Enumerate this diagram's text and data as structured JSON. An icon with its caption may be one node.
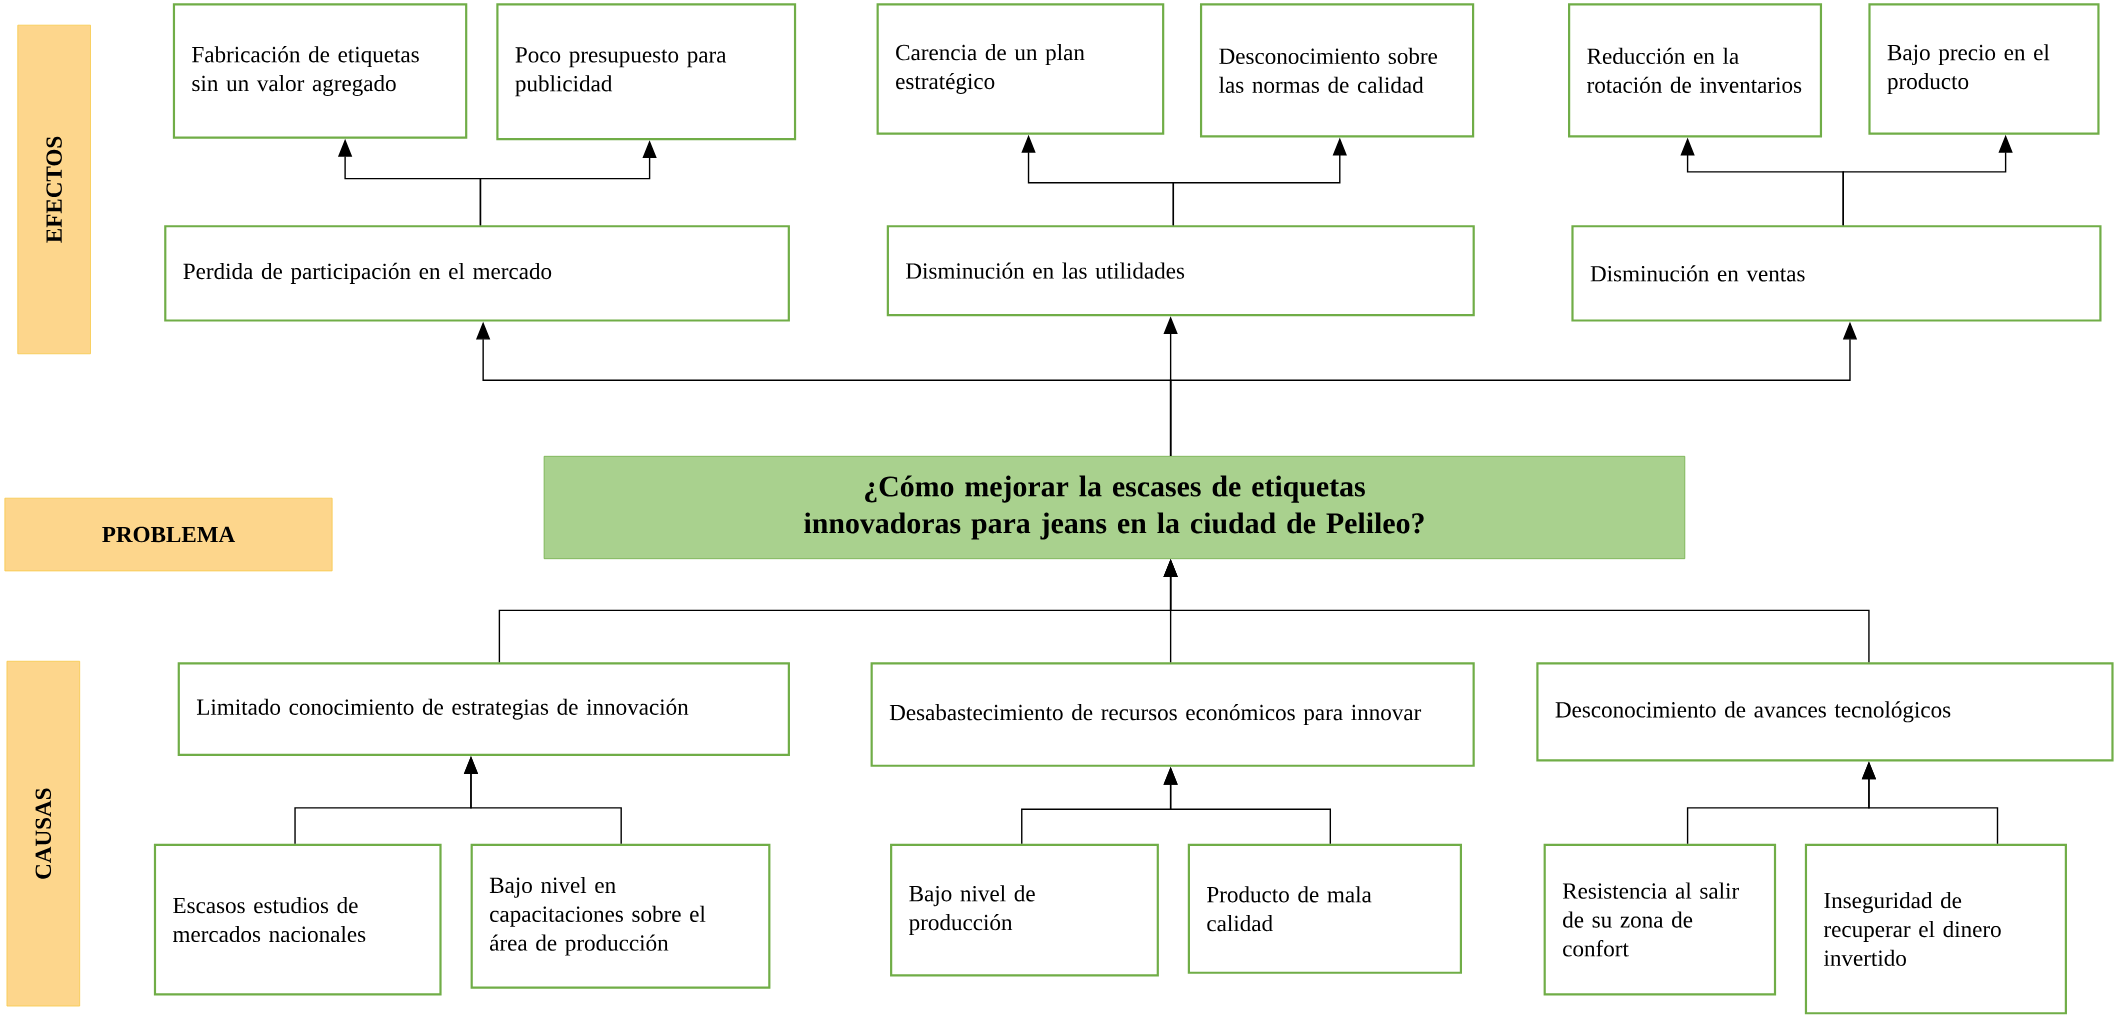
{
  "diagram": {
    "nodes": [
      {
        "text": [
          "EFECTOS"
        ]
      },
      {
        "text": [
          "PROBLEMA"
        ]
      },
      {
        "text": [
          "CAUSAS"
        ]
      },
      {
        "text": [
          "Fabricación de etiquetas sin un valor agregado"
        ]
      },
      {
        "text": [
          "Poco presupuesto para publicidad"
        ]
      },
      {
        "text": [
          "Carencia de un plan estratégico"
        ]
      },
      {
        "text": [
          "Desconocimiento sobre las normas de calidad"
        ]
      },
      {
        "text": [
          "Reducción en la rotación de inventarios"
        ]
      },
      {
        "text": [
          "Bajo precio en el producto"
        ]
      },
      {
        "text": [
          "Perdida de participación en el mercado"
        ]
      },
      {
        "text": [
          "Disminución en las utilidades"
        ]
      },
      {
        "text": [
          "Disminución en ventas"
        ]
      },
      {
        "text": [
          "¿Cómo mejorar la escases de etiquetas innovadoras para jeans en la ciudad de Pelileo?"
        ]
      },
      {
        "text": [
          "Limitado conocimiento de estrategias de innovación"
        ]
      },
      {
        "text": [
          "Desabastecimiento de recursos económicos para innovar"
        ]
      },
      {
        "text": [
          "Desconocimiento de avances tecnológicos"
        ]
      },
      {
        "text": [
          "Escasos estudios de mercados nacionales"
        ]
      },
      {
        "text": [
          "Bajo nivel en capacitaciones sobre el área de producción"
        ]
      },
      {
        "text": [
          "Bajo nivel de producción"
        ]
      },
      {
        "text": [
          "Producto de mala calidad"
        ]
      },
      {
        "text": [
          "Resistencia al salir de su zona de confort"
        ]
      },
      {
        "text": [
          "Inseguridad de recuperar el dinero invertido"
        ]
      }
    ],
    "edges": [
      {
        "from": 9,
        "to": 3,
        "arrow": "to"
      },
      {
        "from": 9,
        "to": 4,
        "arrow": "to"
      },
      {
        "from": 10,
        "to": 5,
        "arrow": "to"
      },
      {
        "from": 10,
        "to": 6,
        "arrow": "to"
      },
      {
        "from": 11,
        "to": 7,
        "arrow": "to"
      },
      {
        "from": 11,
        "to": 8,
        "arrow": "to"
      },
      {
        "from": 12,
        "to": 9,
        "arrow": "to"
      },
      {
        "from": 12,
        "to": 10,
        "arrow": "to"
      },
      {
        "from": 12,
        "to": 11,
        "arrow": "to"
      },
      {
        "from": 13,
        "to": 12,
        "arrow": "to"
      },
      {
        "from": 14,
        "to": 12,
        "arrow": "to"
      },
      {
        "from": 15,
        "to": 12,
        "arrow": "to"
      },
      {
        "from": 16,
        "to": 13,
        "arrow": "to"
      },
      {
        "from": 17,
        "to": 13,
        "arrow": "to"
      },
      {
        "from": 18,
        "to": 14,
        "arrow": "to"
      },
      {
        "from": 19,
        "to": 14,
        "arrow": "to"
      },
      {
        "from": 20,
        "to": 15,
        "arrow": "to"
      },
      {
        "from": 21,
        "to": 15,
        "arrow": "to"
      }
    ]
  }
}
